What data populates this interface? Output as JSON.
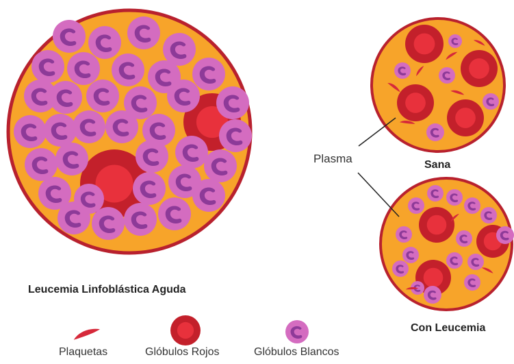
{
  "labels": {
    "main_title": "Leucemia Linfoblástica Aguda",
    "healthy": "Sana",
    "leukemia": "Con Leucemia",
    "plasma": "Plasma"
  },
  "legend": {
    "platelets": "Plaquetas",
    "red_cells": "Glóbulos Rojos",
    "white_cells": "Glóbulos Blancos"
  },
  "colors": {
    "plasma": "#f7a42a",
    "rim": "#b8212e",
    "red_cell_outer": "#c3202b",
    "red_cell_inner": "#e8313c",
    "white_cell": "#d46cc0",
    "white_cell_nucleus": "#8d3a98",
    "platelet": "#d6293a"
  }
}
